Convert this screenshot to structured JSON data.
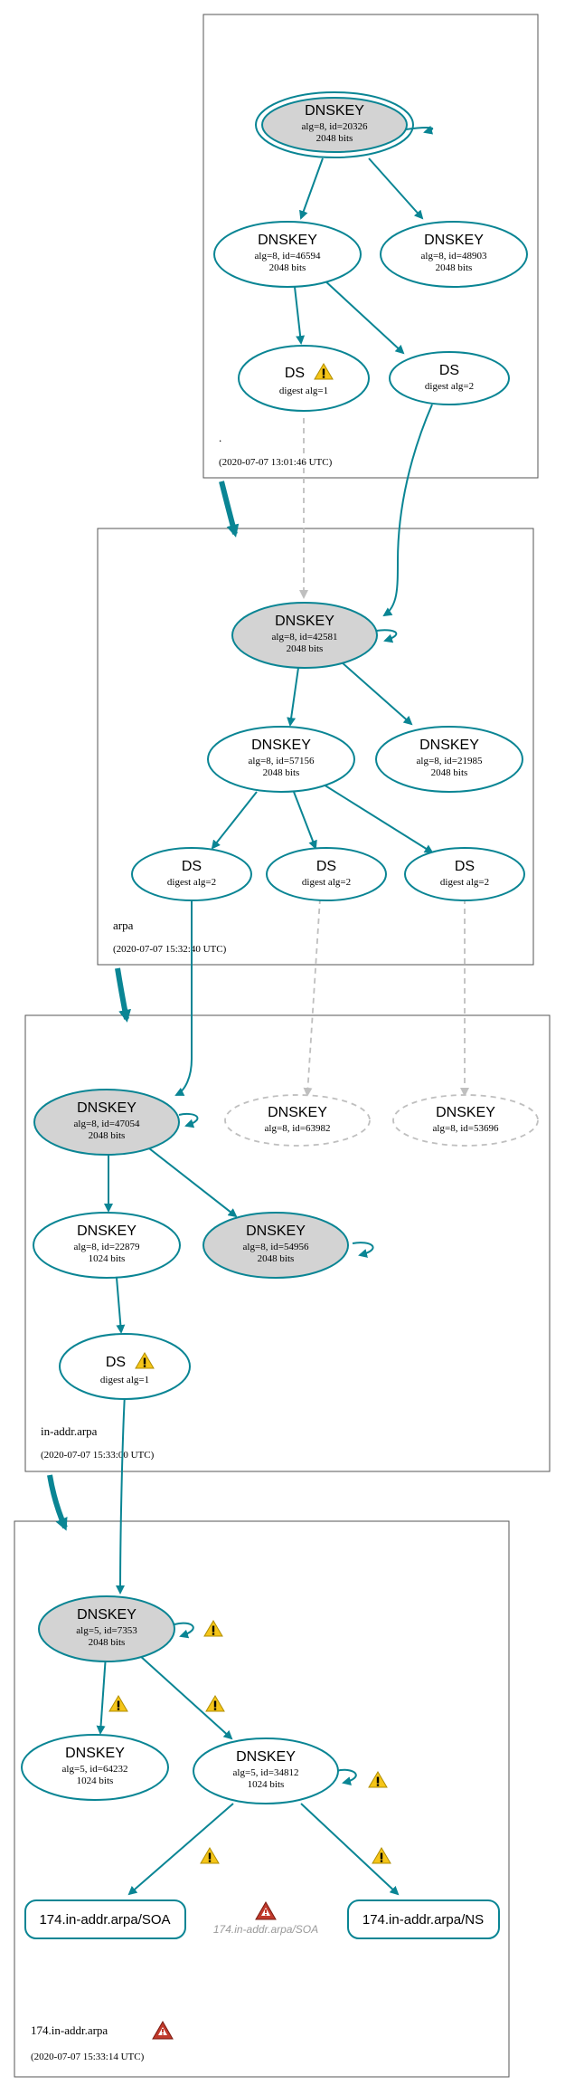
{
  "colors": {
    "edge": "#0a8594",
    "insecure_edge": "#bfbfbf",
    "zone_border": "#555555",
    "node_fill_ksk": "#d3d3d3",
    "node_fill": "#ffffff",
    "warning": "#f5c518",
    "error": "#c0392b",
    "ghost_text": "#9a9a9a"
  },
  "zones": [
    {
      "name": ".",
      "timestamp": "(2020-07-07 13:01:46 UTC)"
    },
    {
      "name": "arpa",
      "timestamp": "(2020-07-07 15:32:40 UTC)"
    },
    {
      "name": "in-addr.arpa",
      "timestamp": "(2020-07-07 15:33:00 UTC)"
    },
    {
      "name": "174.in-addr.arpa",
      "timestamp": "(2020-07-07 15:33:14 UTC)"
    }
  ],
  "nodes": {
    "root_ksk": {
      "title": "DNSKEY",
      "line1": "alg=8, id=20326",
      "line2": "2048 bits"
    },
    "root_zsk1": {
      "title": "DNSKEY",
      "line1": "alg=8, id=46594",
      "line2": "2048 bits"
    },
    "root_zsk2": {
      "title": "DNSKEY",
      "line1": "alg=8, id=48903",
      "line2": "2048 bits"
    },
    "root_ds1": {
      "title": "DS",
      "line1": "digest alg=1"
    },
    "root_ds2": {
      "title": "DS",
      "line1": "digest alg=2"
    },
    "arpa_ksk": {
      "title": "DNSKEY",
      "line1": "alg=8, id=42581",
      "line2": "2048 bits"
    },
    "arpa_zsk1": {
      "title": "DNSKEY",
      "line1": "alg=8, id=57156",
      "line2": "2048 bits"
    },
    "arpa_zsk2": {
      "title": "DNSKEY",
      "line1": "alg=8, id=21985",
      "line2": "2048 bits"
    },
    "arpa_ds1": {
      "title": "DS",
      "line1": "digest alg=2"
    },
    "arpa_ds2": {
      "title": "DS",
      "line1": "digest alg=2"
    },
    "arpa_ds3": {
      "title": "DS",
      "line1": "digest alg=2"
    },
    "ia_ksk": {
      "title": "DNSKEY",
      "line1": "alg=8, id=47054",
      "line2": "2048 bits"
    },
    "ia_ghost1": {
      "title": "DNSKEY",
      "line1": "alg=8, id=63982"
    },
    "ia_ghost2": {
      "title": "DNSKEY",
      "line1": "alg=8, id=53696"
    },
    "ia_zsk1": {
      "title": "DNSKEY",
      "line1": "alg=8, id=22879",
      "line2": "1024 bits"
    },
    "ia_zsk2": {
      "title": "DNSKEY",
      "line1": "alg=8, id=54956",
      "line2": "2048 bits"
    },
    "ia_ds": {
      "title": "DS",
      "line1": "digest alg=1"
    },
    "z174_ksk": {
      "title": "DNSKEY",
      "line1": "alg=5, id=7353",
      "line2": "2048 bits"
    },
    "z174_zsk1": {
      "title": "DNSKEY",
      "line1": "alg=5, id=64232",
      "line2": "1024 bits"
    },
    "z174_zsk2": {
      "title": "DNSKEY",
      "line1": "alg=5, id=34812",
      "line2": "1024 bits"
    },
    "z174_soa": {
      "title": "174.in-addr.arpa/SOA"
    },
    "z174_soa_ghost": {
      "title": "174.in-addr.arpa/SOA"
    },
    "z174_ns": {
      "title": "174.in-addr.arpa/NS"
    }
  },
  "icons": {
    "warning": "warning-icon",
    "error": "error-icon"
  }
}
